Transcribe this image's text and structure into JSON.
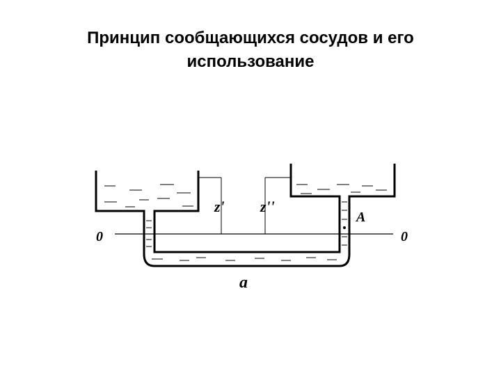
{
  "title": {
    "line1": "Принцип сообщающихся сосудов и его",
    "line2": "использование"
  },
  "diagram": {
    "labels": {
      "zero_left": "0",
      "zero_right": "0",
      "z1": "z'",
      "z2": "z''",
      "point": "A",
      "caption": "a"
    }
  },
  "colors": {
    "ink": "#000000",
    "background": "#ffffff"
  }
}
